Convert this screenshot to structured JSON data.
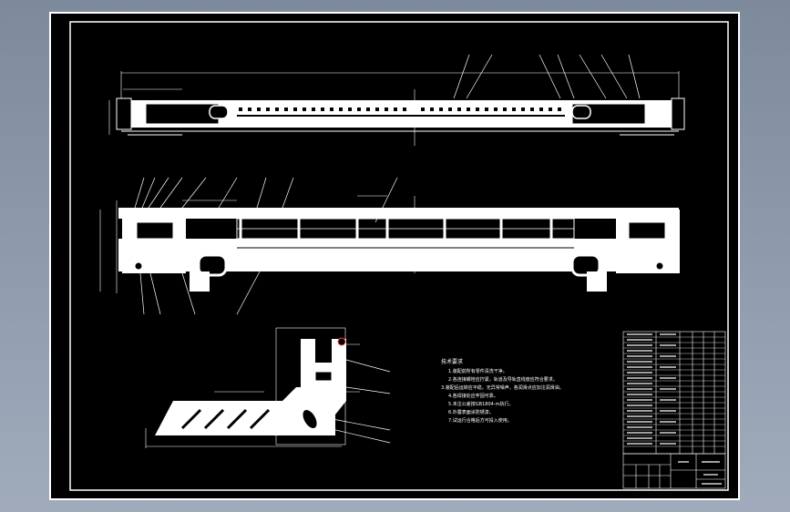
{
  "window": {
    "title": ""
  },
  "notes": {
    "heading": "技术要求",
    "lines": [
      "1.装配前所有零件清洗干净。",
      "2.各连接螺栓应拧紧，轨道及导轨直线度应符合要求。",
      "3.装配后运转应平稳，无异常噪声，各润滑点应加注润滑油。",
      "4.各焊接处应牢固可靠。",
      "5.未注公差按GB1804-m执行。",
      "6.外露表面涂防锈漆。",
      "7.试运行合格后方可投入使用。"
    ]
  },
  "colors": {
    "frame": "#ffffff",
    "paper": "#000000",
    "desktop": "#8a96a8"
  }
}
